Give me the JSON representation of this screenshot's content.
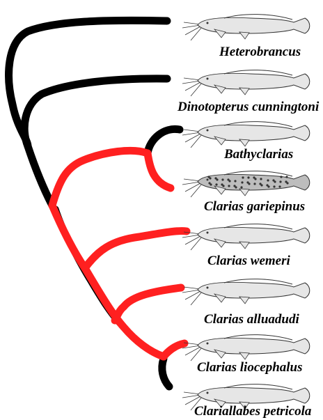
{
  "colors": {
    "background": "#ffffff",
    "branch_black": "#000000",
    "branch_red": "#ff2020",
    "fish_outline": "#333333",
    "fish_fill": "#e6e6e6",
    "text": "#000000"
  },
  "taxa": [
    {
      "id": "heterobrancus",
      "label": "Heterobrancus",
      "illustration": "catfish-illustration"
    },
    {
      "id": "dinotopterus",
      "label": "Dinotopterus cunningtoni",
      "illustration": "catfish-illustration"
    },
    {
      "id": "bathyclarias",
      "label": "Bathyclarias",
      "illustration": "catfish-illustration"
    },
    {
      "id": "gariepinus",
      "label": "Clarias gariepinus",
      "illustration": "spotted-catfish-illustration"
    },
    {
      "id": "wemeri",
      "label": "Clarias wemeri",
      "illustration": "catfish-illustration"
    },
    {
      "id": "alluadudi",
      "label": "Clarias alluadudi",
      "illustration": "catfish-illustration"
    },
    {
      "id": "liocephalus",
      "label": "Clarias liocephalus",
      "illustration": "catfish-illustration"
    },
    {
      "id": "petricola",
      "label": "Clariallabes petricola",
      "illustration": "catfish-illustration"
    }
  ]
}
